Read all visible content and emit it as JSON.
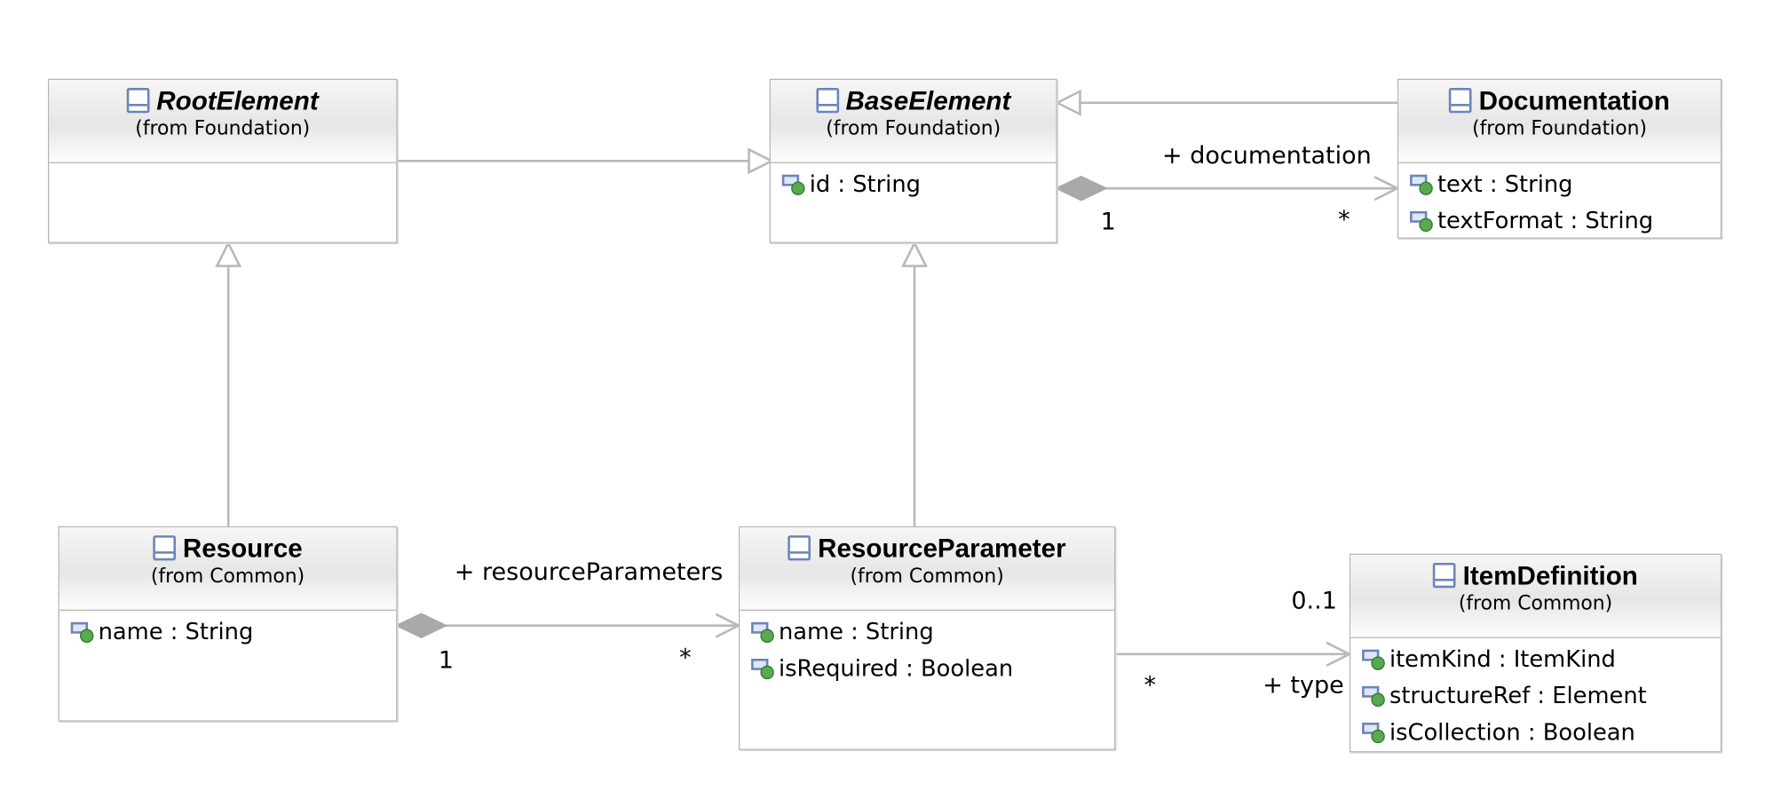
{
  "classes": {
    "root_element": {
      "name": "RootElement",
      "from": "(from Foundation)",
      "attributes": []
    },
    "base_element": {
      "name": "BaseElement",
      "from": "(from Foundation)",
      "attributes": [
        "id : String"
      ]
    },
    "documentation": {
      "name": "Documentation",
      "from": "(from Foundation)",
      "attributes": [
        "text : String",
        "textFormat : String"
      ]
    },
    "resource": {
      "name": "Resource",
      "from": "(from Common)",
      "attributes": [
        "name : String"
      ]
    },
    "resource_parameter": {
      "name": "ResourceParameter",
      "from": "(from Common)",
      "attributes": [
        "name : String",
        "isRequired : Boolean"
      ]
    },
    "item_definition": {
      "name": "ItemDefinition",
      "from": "(from Common)",
      "attributes": [
        "itemKind : ItemKind",
        "structureRef : Element",
        "isCollection : Boolean"
      ]
    }
  },
  "associations": {
    "documentation": {
      "role": "+ documentation",
      "source_mult": "1",
      "target_mult": "*"
    },
    "resource_parameters": {
      "role": "+ resourceParameters",
      "source_mult": "1",
      "target_mult": "*"
    },
    "type": {
      "role": "+ type",
      "source_mult": "*",
      "target_mult": "0..1"
    }
  },
  "colors": {
    "line": "#b8b8b8",
    "border": "#b5b5b5",
    "icon_blue": "#6b84b9",
    "icon_green": "#5aa84f"
  },
  "icons": {
    "class": "class-icon",
    "attribute": "attribute-icon"
  }
}
